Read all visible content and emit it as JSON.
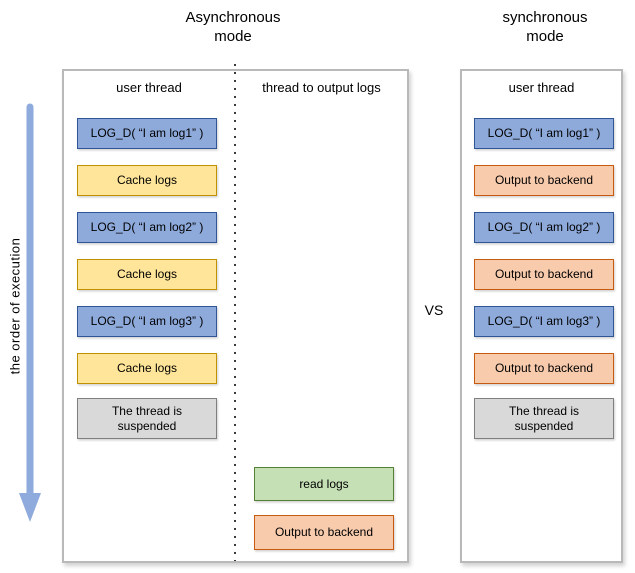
{
  "titles": {
    "async": "Asynchronous\nmode",
    "sync": "synchronous\nmode",
    "vs": "VS",
    "order_label": "the order of execution"
  },
  "async_panel": {
    "columns": [
      {
        "header": "user thread",
        "boxes": [
          {
            "label": "LOG_D( “I am log1” )",
            "color": "blue"
          },
          {
            "label": "Cache logs",
            "color": "yellow"
          },
          {
            "label": "LOG_D( “I am log2” )",
            "color": "blue"
          },
          {
            "label": "Cache logs",
            "color": "yellow"
          },
          {
            "label": "LOG_D( “I am log3” )",
            "color": "blue"
          },
          {
            "label": "Cache logs",
            "color": "yellow"
          },
          {
            "label": "The thread is suspended",
            "color": "gray"
          }
        ]
      },
      {
        "header": "thread to output logs",
        "boxes": [
          {
            "label": "read logs",
            "color": "green"
          },
          {
            "label": "Output to backend",
            "color": "orange"
          }
        ]
      }
    ]
  },
  "sync_panel": {
    "header": "user thread",
    "boxes": [
      {
        "label": "LOG_D( “I am log1” )",
        "color": "blue"
      },
      {
        "label": "Output to backend",
        "color": "orange"
      },
      {
        "label": "LOG_D( “I am log2” )",
        "color": "blue"
      },
      {
        "label": "Output to backend",
        "color": "orange"
      },
      {
        "label": "LOG_D( “I am log3” )",
        "color": "blue"
      },
      {
        "label": "Output to backend",
        "color": "orange"
      },
      {
        "label": "The thread is suspended",
        "color": "gray"
      }
    ]
  },
  "colors": {
    "log_box_fill": "#8EAADB",
    "log_box_border": "#2F5597",
    "cache_box_fill": "#FFE599",
    "cache_box_border": "#BF9000",
    "read_box_fill": "#C5E0B4",
    "read_box_border": "#548235",
    "output_box_fill": "#F8CBAD",
    "output_box_border": "#C55A11",
    "suspended_box_fill": "#D9D9D9",
    "suspended_box_border": "#7F7F7F",
    "arrow": "#8FAADC",
    "panel_border": "#B9B9B9",
    "divider_dots": "#3A3A3A"
  }
}
